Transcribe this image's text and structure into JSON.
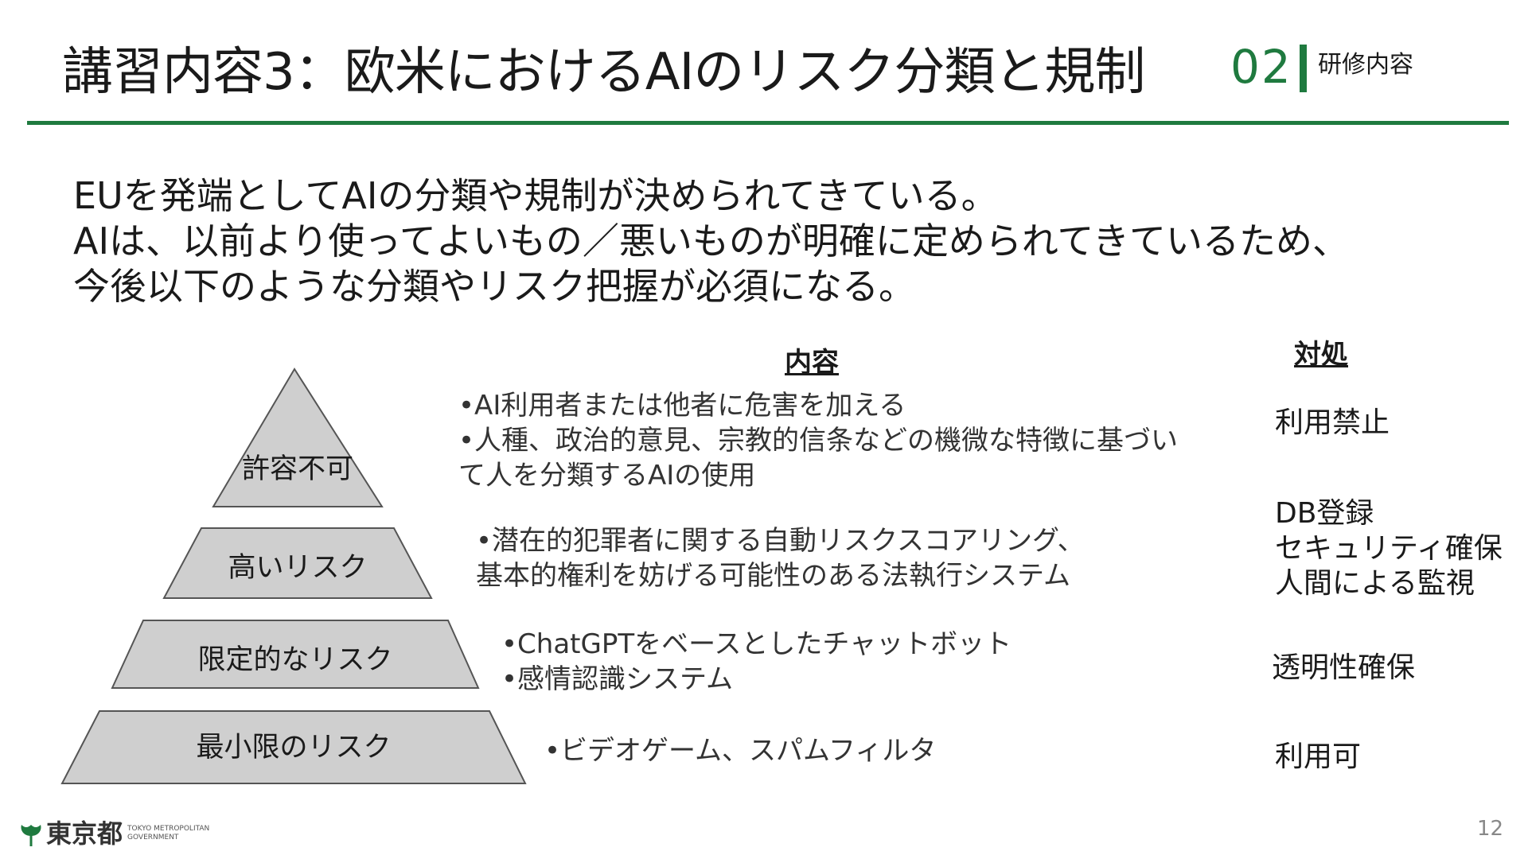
{
  "header": {
    "title": "講習内容3：欧米におけるAIのリスク分類と規制",
    "section_number": "02",
    "section_label": "研修内容"
  },
  "intro": {
    "lines": [
      "EUを発端としてAIの分類や規制が決められてきている。",
      "AIは、以前より使ってよいもの／悪いものが明確に定められてきているため、",
      "今後以下のような分類やリスク把握が必須になる。"
    ]
  },
  "table": {
    "content_header": "内容",
    "action_header": "対処",
    "tiers": [
      {
        "label": "許容不可",
        "content": [
          "•AI利用者または他者に危害を加える",
          "•人種、政治的意見、宗教的信条などの機微な特徴に基づい",
          "て人を分類するAIの使用"
        ],
        "action": [
          "利用禁止"
        ]
      },
      {
        "label": "高いリスク",
        "content": [
          "•潜在的犯罪者に関する自動リスクスコアリング、",
          "基本的権利を妨げる可能性のある法執行システム"
        ],
        "action": [
          "DB登録",
          "セキュリティ確保",
          "人間による監視"
        ]
      },
      {
        "label": "限定的なリスク",
        "content": [
          "•ChatGPTをベースとしたチャットボット",
          "•感情認識システム"
        ],
        "action": [
          "透明性確保"
        ]
      },
      {
        "label": "最小限のリスク",
        "content": [
          "•ビデオゲーム、スパムフィルタ"
        ],
        "action": [
          "利用可"
        ]
      }
    ]
  },
  "colors": {
    "accent_green": "#1f7a3f",
    "pyramid_fill": "#cfcfcf",
    "pyramid_stroke": "#555555"
  },
  "footer": {
    "logo_text": "東京都",
    "logo_sub_line1": "TOKYO METROPOLITAN",
    "logo_sub_line2": "GOVERNMENT",
    "page_number": "12"
  }
}
